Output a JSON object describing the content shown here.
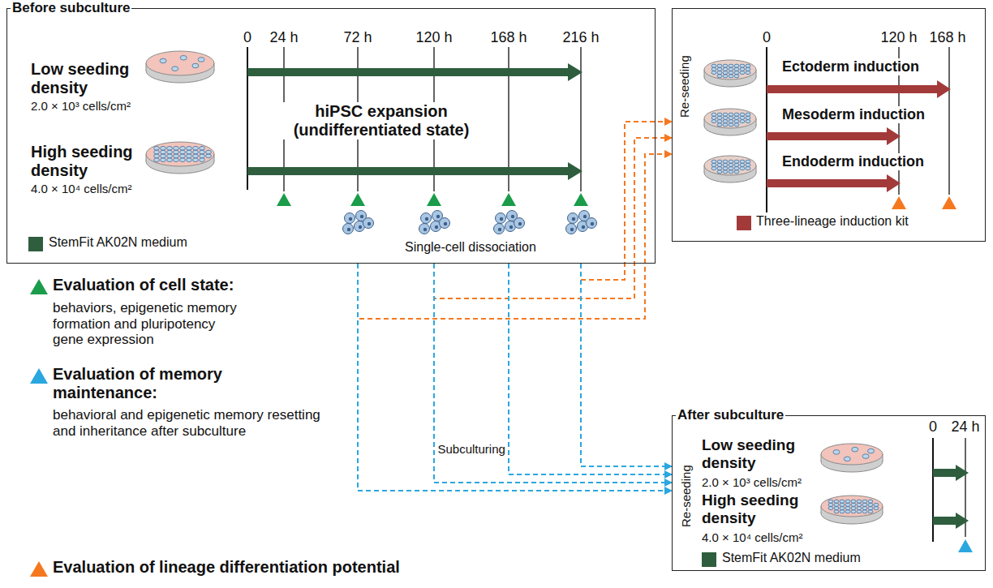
{
  "diagram": {
    "nodes": [
      {
        "text": [
          "Before subculture"
        ]
      },
      {
        "text": [
          "Re-seeding"
        ]
      },
      {
        "text": [
          "After subculture",
          "Re-seeding"
        ]
      }
    ],
    "edges": [
      {
        "from": 0,
        "to": 1,
        "arrow": "to"
      },
      {
        "from": 0,
        "to": 1,
        "arrow": "to"
      },
      {
        "from": 0,
        "to": 1,
        "arrow": "to"
      },
      {
        "from": 0,
        "to": 2,
        "arrow": "to"
      },
      {
        "from": 0,
        "to": 2,
        "arrow": "to"
      },
      {
        "from": 0,
        "to": 2,
        "arrow": "to"
      },
      {
        "from": 0,
        "to": 2,
        "arrow": "to"
      }
    ],
    "labels": [
      "0",
      "24 h",
      "72 h",
      "120 h",
      "168 h",
      "216 h",
      "Low seeding density",
      "2.0 × 10³ cells/cm²",
      "hiPSC expansion (undifferentiated state)",
      "High seeding density",
      "4.0 × 10⁴ cells/cm²",
      "Single-cell dissociation",
      "0",
      "120 h",
      "168 h",
      "Ectoderm induction",
      "Mesoderm induction",
      "Endoderm induction",
      "0",
      "24 h",
      "Low seeding density",
      "2.0 × 10³ cells/cm²",
      "High seeding density",
      "4.0 × 10⁴ cells/cm²",
      "Subculturing",
      "behaviors, epigenetic memory formation and pluripotency gene expression",
      "behavioral and epigenetic memory resetting and inheritance after subculture"
    ],
    "legend": [
      {
        "text": "StemFit AK02N medium",
        "color": "#2e5e3e"
      },
      {
        "text": "Three-lineage induction kit",
        "color": "#a33a3a"
      },
      {
        "text": "StemFit AK02N medium",
        "color": "#2e5e3e"
      },
      {
        "text": "Evaluation of cell state:",
        "color": "#1a9c4a"
      },
      {
        "text": "Evaluation of memory maintenance:",
        "color": "#2aa7df"
      },
      {
        "text": "Evaluation of lineage differentiation potential",
        "color": "#f5781f"
      }
    ]
  }
}
